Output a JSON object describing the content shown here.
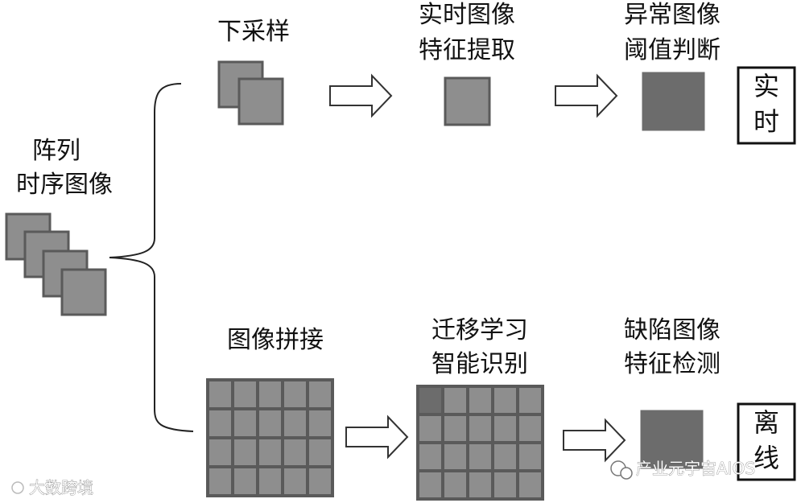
{
  "labels": {
    "source_line1": "阵列",
    "source_line2": "时序图像",
    "downsample": "下采样",
    "realtime_feature_line1": "实时图像",
    "realtime_feature_line2": "特征提取",
    "anomaly_threshold_line1": "异常图像",
    "anomaly_threshold_line2": "阈值判断",
    "realtime_box_line1": "实",
    "realtime_box_line2": "时",
    "stitching": "图像拼接",
    "transfer_line1": "迁移学习",
    "transfer_line2": "智能识别",
    "defect_line1": "缺陷图像",
    "defect_line2": "特征检测",
    "offline_box_line1": "离",
    "offline_box_line2": "线"
  },
  "watermarks": {
    "left": "大数跨境",
    "right": "产业元宇宙AIOS"
  },
  "colors": {
    "tile_fill": "#8e8e8e",
    "tile_border": "#5a5a5a",
    "dark_fill": "#6c6c6c"
  }
}
